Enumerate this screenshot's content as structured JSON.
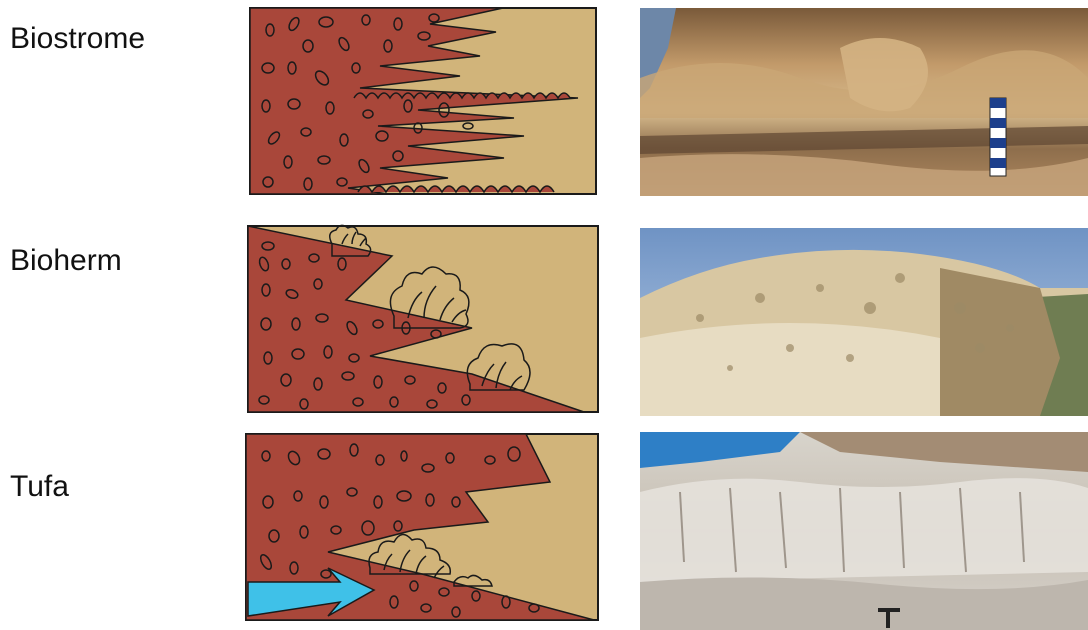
{
  "rows": [
    {
      "label": "Biostrome",
      "diagram": "biostrome-diagram",
      "photo": "biostrome-outcrop-photo"
    },
    {
      "label": "Bioherm",
      "diagram": "bioherm-diagram",
      "photo": "bioherm-outcrop-photo"
    },
    {
      "label": "Tufa",
      "diagram": "tufa-diagram",
      "photo": "tufa-outcrop-photo"
    }
  ],
  "colors": {
    "sediment_red": "#a9473a",
    "sediment_tan": "#d1b47a",
    "arrow_cyan": "#3fc1e8",
    "outline": "#1a1a1a"
  }
}
